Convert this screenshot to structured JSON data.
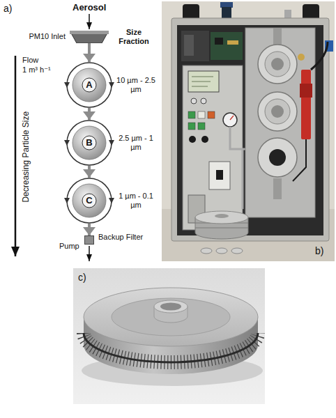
{
  "diagram": {
    "nodes": [
      {
        "text": [
          "PM10 Inlet"
        ]
      },
      {
        "text": [
          "A"
        ]
      },
      {
        "text": [
          "B"
        ]
      },
      {
        "text": [
          "C"
        ]
      },
      {
        "text": [
          "Backup Filter"
        ]
      }
    ],
    "edges": [
      {
        "from": 0,
        "to": 1,
        "arrow": "to"
      },
      {
        "from": 1,
        "to": 2,
        "arrow": "to"
      },
      {
        "from": 2,
        "to": 3,
        "arrow": "to"
      },
      {
        "from": 3,
        "to": 4,
        "arrow": "to"
      }
    ],
    "labels": [
      "a)",
      "Aerosol",
      "Size Fraction",
      "Flow",
      "1 m³ h⁻¹",
      "10 µm - 2.5 µm",
      "2.5 µm - 1 µm",
      "1 µm - 0.1 µm",
      "Decreasing Particle Size",
      "Pump",
      "b)",
      "c)"
    ]
  }
}
